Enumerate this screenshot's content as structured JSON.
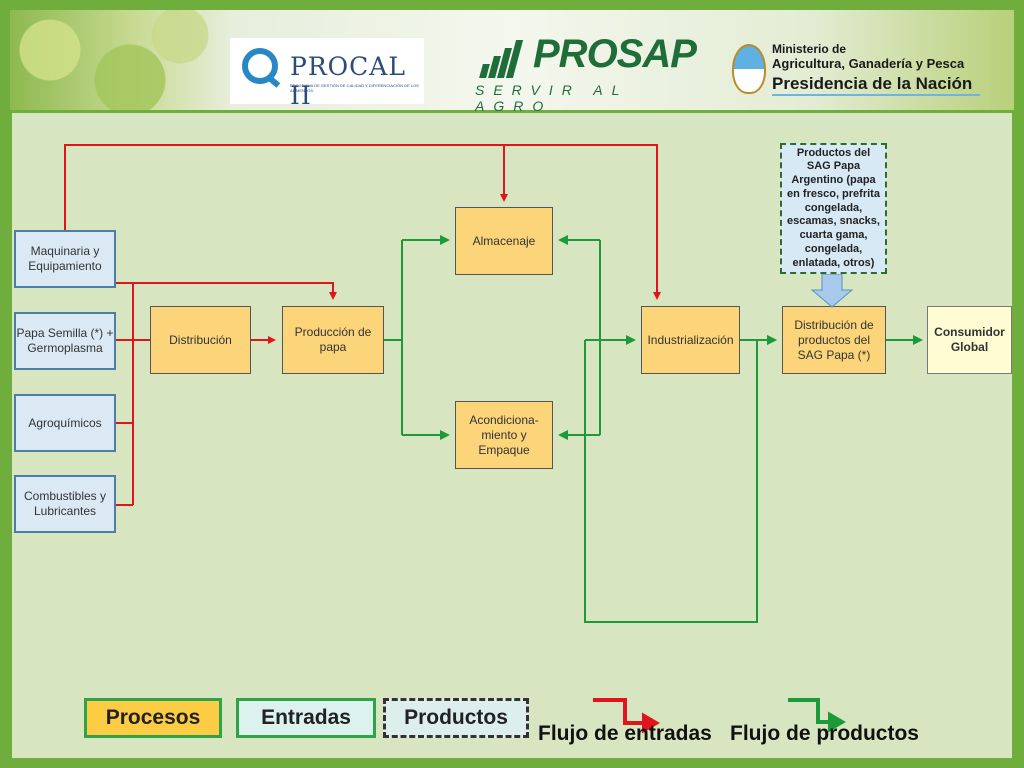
{
  "logos": {
    "procal_name": "PROCAL II",
    "procal_tag": "PROGRAMA DE GESTIÓN DE CALIDAD Y DIFERENCIACIÓN DE LOS ALIMENTOS",
    "prosap_name": "PROSAP",
    "prosap_tag": "SERVIR AL AGRO",
    "ministry_line1": "Ministerio de",
    "ministry_line2": "Agricultura, Ganadería y Pesca",
    "ministry_line3": "Presidencia de la Nación"
  },
  "inputs": {
    "maquinaria": "Maquinaria y Equipamiento",
    "papa_semilla": "Papa Semilla (*) + Germoplasma",
    "agroquimicos": "Agroquímicos",
    "combustibles": "Combustibles y Lubricantes"
  },
  "processes": {
    "distribucion": "Distribución",
    "produccion": "Producción de papa",
    "almacenaje": "Almacenaje",
    "acondicionamiento": "Acondiciona-miento y Empaque",
    "industrializacion": "Industrialización",
    "distribucion_productos": "Distribución de productos del SAG Papa (*)"
  },
  "products": {
    "sag_products": "Productos del SAG Papa Argentino (papa en fresco, prefrita congelada, escamas, snacks, cuarta gama, congelada, enlatada, otros)"
  },
  "consumer": "Consumidor Global",
  "legend": {
    "procesos": "Procesos",
    "entradas": "Entradas",
    "productos": "Productos",
    "flujo_entradas": "Flujo de entradas",
    "flujo_productos": "Flujo de productos"
  },
  "colors": {
    "input_flow": "#e0141a",
    "product_flow": "#1c9a3a",
    "process_fill": "#fcd57a",
    "input_fill": "#dbe9f5",
    "panel_bg": "#d7e5c0",
    "frame": "#6fae3d"
  }
}
